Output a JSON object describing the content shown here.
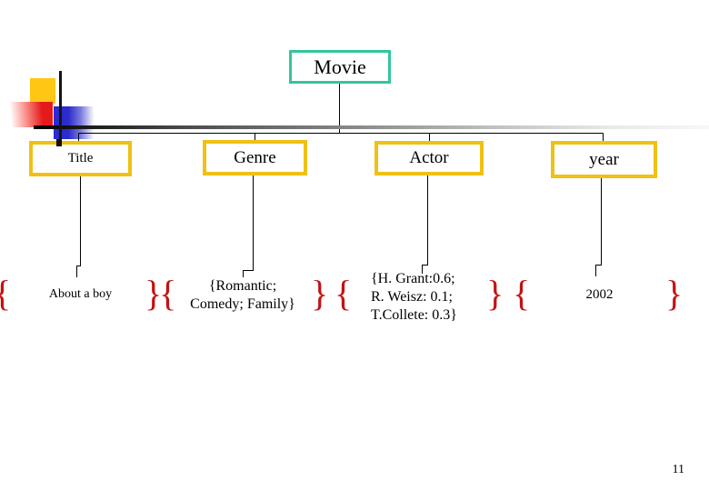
{
  "slide": {
    "page_number": "11"
  },
  "diagram": {
    "root": {
      "label": "Movie"
    },
    "attributes": [
      {
        "label": "Title",
        "value": "About a boy"
      },
      {
        "label": "Genre",
        "value_lines": [
          "{Romantic;",
          "Comedy; Family}"
        ]
      },
      {
        "label": "Actor",
        "value_lines": [
          "{H. Grant:0.6;",
          "R. Weisz: 0.1;",
          "T.Collete: 0.3}"
        ]
      },
      {
        "label": "year",
        "value": "2002"
      }
    ],
    "brace_open": "{",
    "brace_close": "}"
  },
  "colors": {
    "root_box_border": "#33C49E",
    "attribute_box_border": "#EFC113",
    "brace_red": "#C41111",
    "decor_yellow": "#FFC713",
    "decor_red": "#E51A1A",
    "decor_blue": "#2B2BCE",
    "connector": "#000000",
    "gradient_bar_start": "#000000",
    "gradient_bar_end": "#F7F7F7"
  }
}
